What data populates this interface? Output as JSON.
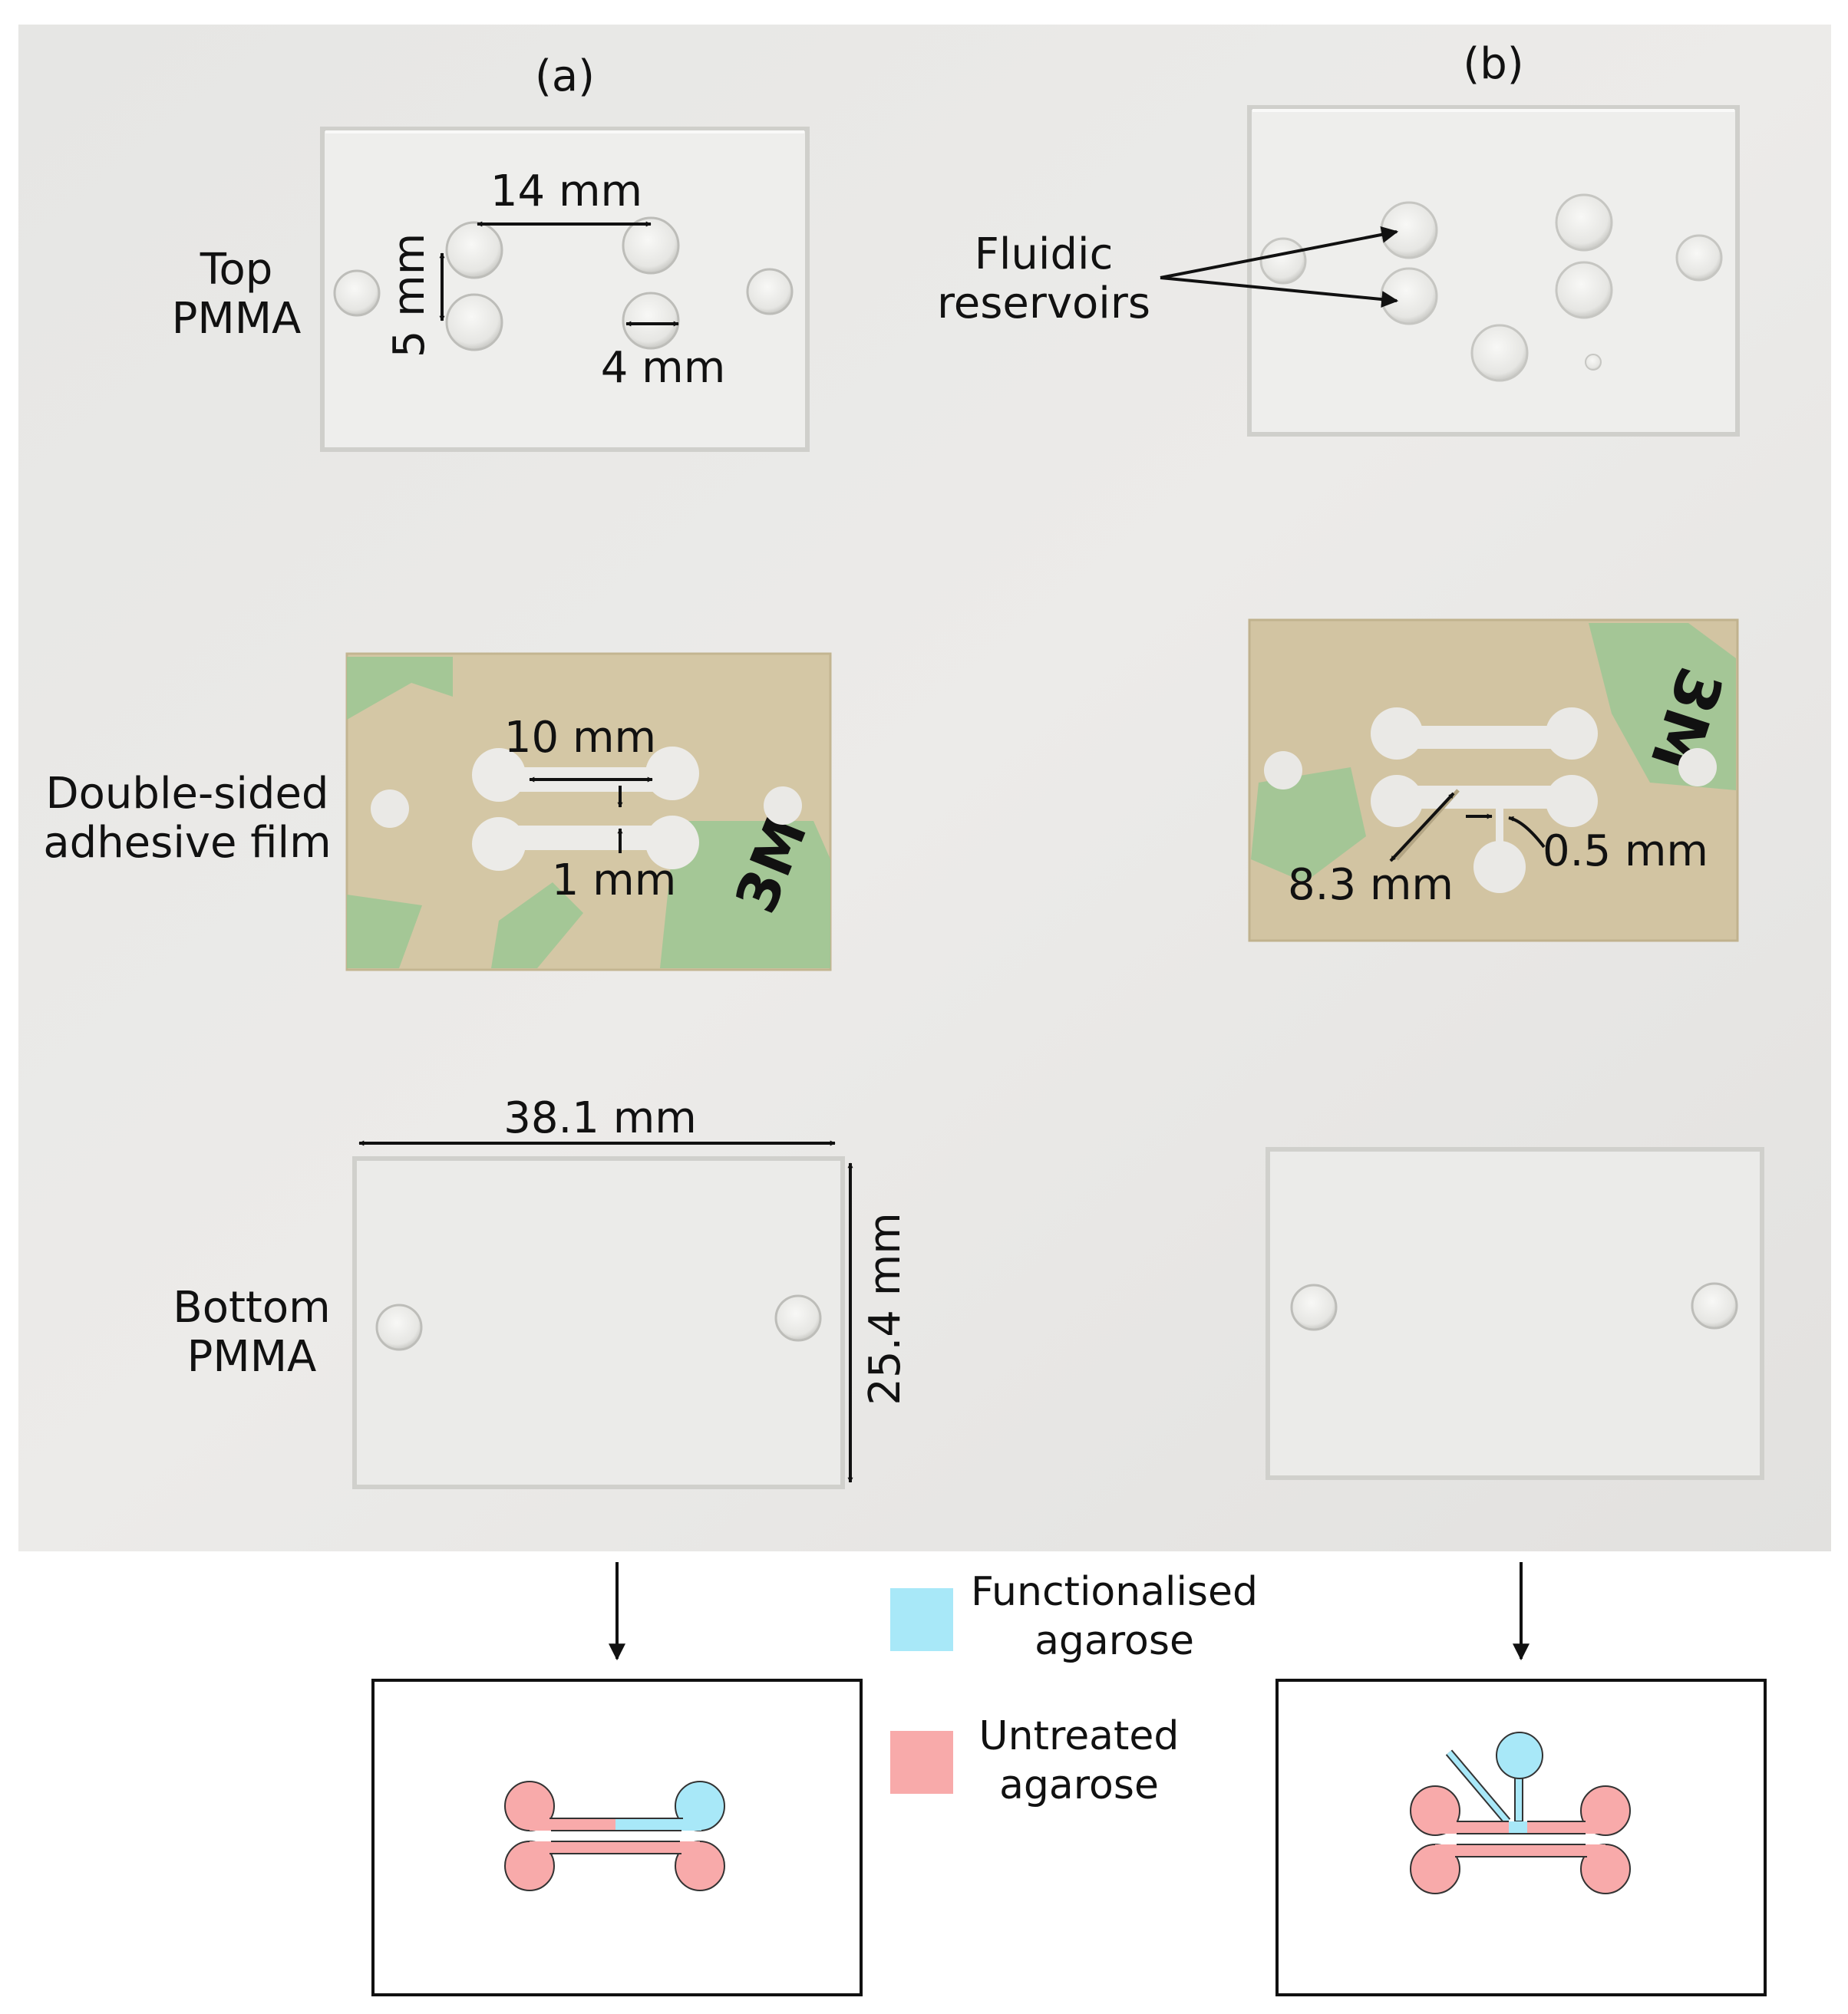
{
  "panels": {
    "a": {
      "label": "(a)",
      "dimensions": {
        "hole_spacing": "14 mm",
        "hole_pitch": "5 mm",
        "hole_diameter": "4 mm",
        "channel_length": "10 mm",
        "channel_gap": "1 mm",
        "chip_width": "38.1 mm",
        "chip_height": "25.4 mm"
      }
    },
    "b": {
      "label": "(b)",
      "annotation": {
        "line1": "Fluidic",
        "line2": "reservoirs"
      },
      "dimensions": {
        "side_channel_length": "8.3 mm",
        "side_channel_width": "0.5 mm"
      }
    }
  },
  "layers": {
    "top": {
      "line1": "Top",
      "line2": "PMMA"
    },
    "adhesive": {
      "line1": "Double-sided",
      "line2": "adhesive film"
    },
    "bottom": {
      "line1": "Bottom",
      "line2": "PMMA"
    }
  },
  "adhesive_print": {
    "brand": "3M"
  },
  "legend": {
    "functionalised": {
      "line1": "Functionalised",
      "line2": "agarose",
      "color": "#a8e8f8"
    },
    "untreated": {
      "line1": "Untreated",
      "line2": "agarose",
      "color": "#f8aaaa"
    }
  }
}
